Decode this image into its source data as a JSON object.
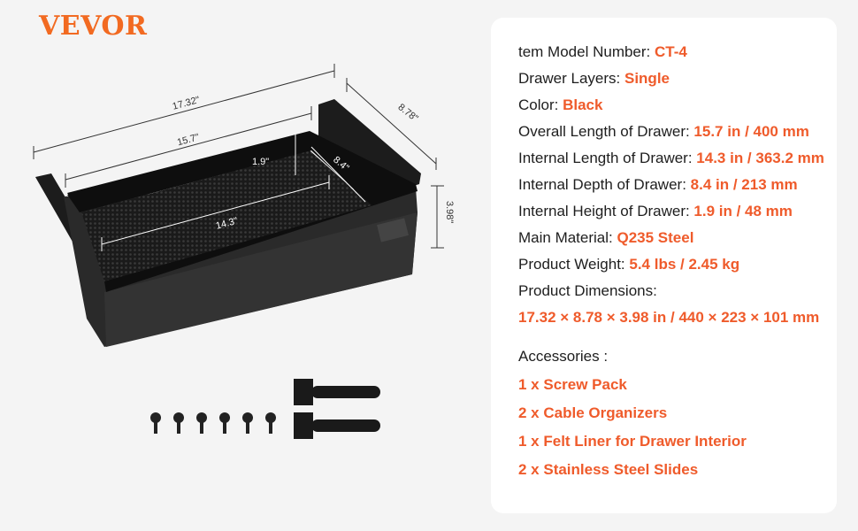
{
  "brand": "VEVOR",
  "dimensions": {
    "overall_length": "17.32\"",
    "drawer_length": "15.7\"",
    "depth_outer": "8.78\"",
    "height_inner": "1.9\"",
    "depth_inner": "8.4\"",
    "length_inner": "14.3\"",
    "height_outer": "3.98\""
  },
  "specs": [
    {
      "label": "tem Model Number: ",
      "value": "CT-4"
    },
    {
      "label": "Drawer Layers: ",
      "value": "Single"
    },
    {
      "label": "Color: ",
      "value": "Black"
    },
    {
      "label": "Overall Length of Drawer: ",
      "value": "15.7 in / 400 mm"
    },
    {
      "label": "Internal Length of Drawer: ",
      "value": "14.3 in / 363.2 mm"
    },
    {
      "label": "Internal Depth of Drawer: ",
      "value": "8.4 in / 213 mm"
    },
    {
      "label": "Internal Height of Drawer: ",
      "value": "1.9 in / 48 mm"
    },
    {
      "label": "Main Material: ",
      "value": "Q235 Steel"
    },
    {
      "label": "Product Weight: ",
      "value": "5.4 lbs / 2.45 kg"
    },
    {
      "label": "Product Dimensions:",
      "value": "17.32 × 8.78 × 3.98 in / 440 × 223 × 101 mm"
    }
  ],
  "accessories": {
    "title": "Accessories :",
    "items": [
      "1 x Screw Pack",
      "2 x Cable Organizers",
      "1 x Felt Liner for Drawer Interior",
      "2 x Stainless Steel Slides"
    ]
  },
  "colors": {
    "accent": "#ef5b2b",
    "logo": "#f26a21"
  }
}
